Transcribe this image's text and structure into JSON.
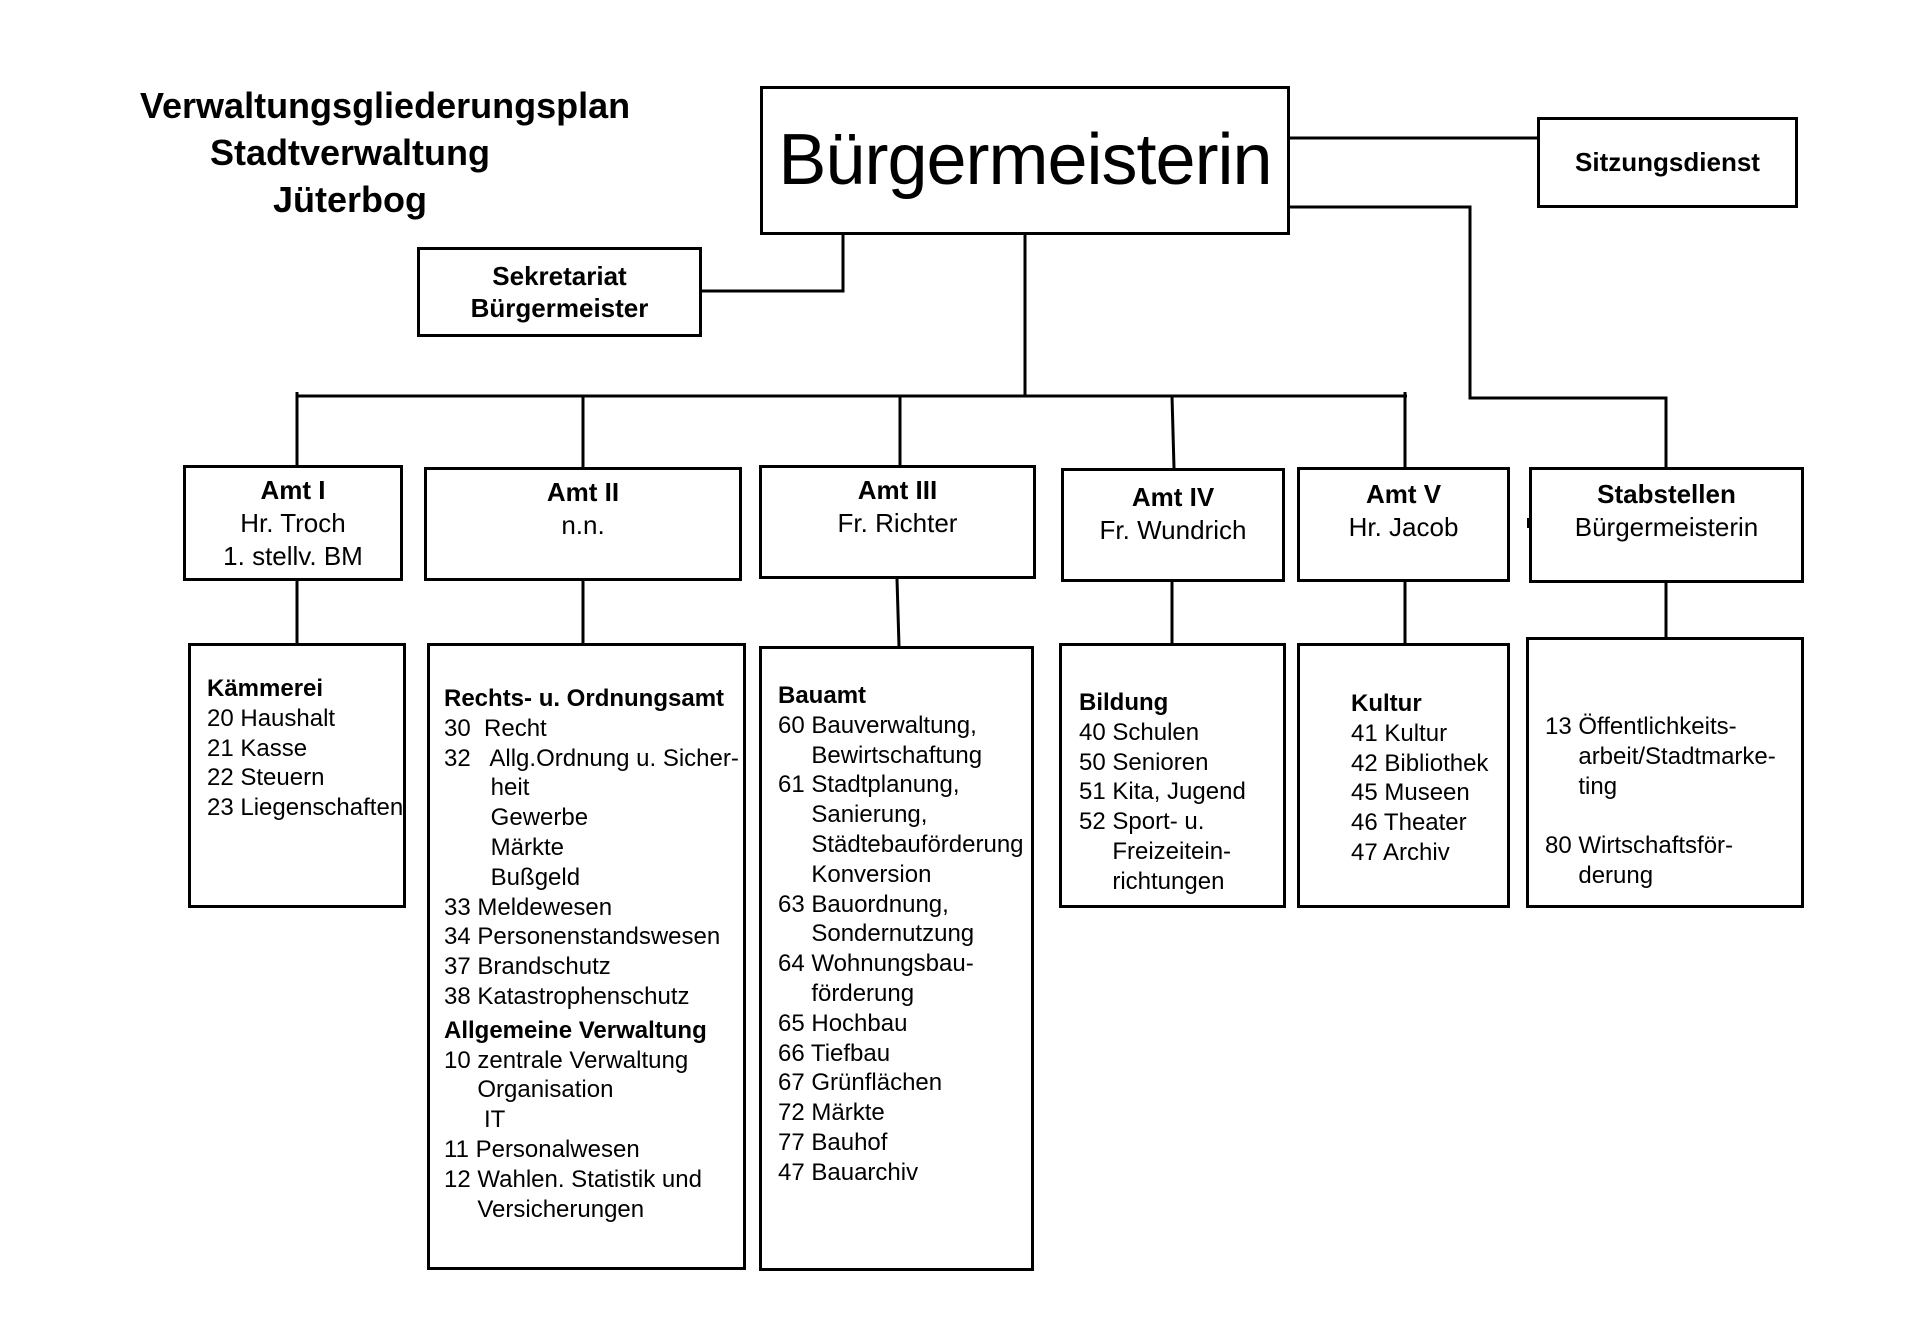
{
  "title": {
    "line1": "Verwaltungsgliederungsplan",
    "line2": "Stadtverwaltung",
    "line3": "Jüterbog"
  },
  "top": {
    "mayor": "Bürgermeisterin",
    "session": "Sitzungsdienst",
    "secretariat": {
      "line1": "Sekretariat",
      "line2": "Bürgermeister"
    }
  },
  "departments": [
    {
      "title": "Amt I",
      "lines": [
        "Hr. Troch",
        "1. stellv. BM"
      ]
    },
    {
      "title": "Amt II",
      "lines": [
        "n.n."
      ]
    },
    {
      "title": "Amt III",
      "lines": [
        "Fr. Richter"
      ]
    },
    {
      "title": "Amt IV",
      "lines": [
        "Fr. Wundrich"
      ]
    },
    {
      "title": "Amt V",
      "lines": [
        "Hr. Jacob"
      ]
    },
    {
      "title": "Stabstellen",
      "lines": [
        "Bürgermeisterin"
      ]
    }
  ],
  "units": [
    {
      "lines": [
        {
          "text": "Kämmerei",
          "bold": true
        },
        {
          "text": "20 Haushalt"
        },
        {
          "text": "21 Kasse"
        },
        {
          "text": "22 Steuern"
        },
        {
          "text": "23 Liegenschaften"
        }
      ]
    },
    {
      "lines": [
        {
          "text": "Rechts- u. Ordnungsamt",
          "bold": true
        },
        {
          "text": "30  Recht"
        },
        {
          "text": "32   Allg.Ordnung u. Sicher-"
        },
        {
          "text": "       heit"
        },
        {
          "text": "       Gewerbe"
        },
        {
          "text": "       Märkte"
        },
        {
          "text": "       Bußgeld"
        },
        {
          "text": "33 Meldewesen"
        },
        {
          "text": "34 Personenstandswesen"
        },
        {
          "text": "37 Brandschutz"
        },
        {
          "text": "38 Katastrophenschutz"
        },
        {
          "text": "Allgemeine Verwaltung",
          "bold": true
        },
        {
          "text": "10 zentrale Verwaltung"
        },
        {
          "text": "     Organisation"
        },
        {
          "text": "      IT"
        },
        {
          "text": "11 Personalwesen"
        },
        {
          "text": "12 Wahlen. Statistik und"
        },
        {
          "text": "     Versicherungen"
        }
      ]
    },
    {
      "lines": [
        {
          "text": "Bauamt",
          "bold": true
        },
        {
          "text": "60 Bauverwaltung,"
        },
        {
          "text": "     Bewirtschaftung"
        },
        {
          "text": "61 Stadtplanung,"
        },
        {
          "text": "     Sanierung,"
        },
        {
          "text": "     Städtebauförderung"
        },
        {
          "text": "     Konversion"
        },
        {
          "text": "63 Bauordnung,"
        },
        {
          "text": "     Sondernutzung"
        },
        {
          "text": "64 Wohnungsbau-"
        },
        {
          "text": "     förderung"
        },
        {
          "text": "65 Hochbau"
        },
        {
          "text": "66 Tiefbau"
        },
        {
          "text": "67 Grünflächen"
        },
        {
          "text": "72 Märkte"
        },
        {
          "text": "77 Bauhof"
        },
        {
          "text": "47 Bauarchiv"
        }
      ]
    },
    {
      "lines": [
        {
          "text": "Bildung",
          "bold": true
        },
        {
          "text": "40 Schulen"
        },
        {
          "text": "50 Senioren"
        },
        {
          "text": "51 Kita, Jugend"
        },
        {
          "text": "52 Sport- u."
        },
        {
          "text": "     Freizeitein-"
        },
        {
          "text": "     richtungen"
        }
      ]
    },
    {
      "lines": [
        {
          "text": "Kultur",
          "bold": true
        },
        {
          "text": "41 Kultur"
        },
        {
          "text": "42 Bibliothek"
        },
        {
          "text": "45 Museen"
        },
        {
          "text": "46 Theater"
        },
        {
          "text": "47 Archiv"
        }
      ]
    },
    {
      "lines": [
        {
          "text": "13 Öffentlichkeits-"
        },
        {
          "text": "     arbeit/Stadtmarke-"
        },
        {
          "text": "     ting"
        },
        {
          "text": " "
        },
        {
          "text": "80 Wirtschaftsför-"
        },
        {
          "text": "     derung"
        }
      ]
    }
  ]
}
